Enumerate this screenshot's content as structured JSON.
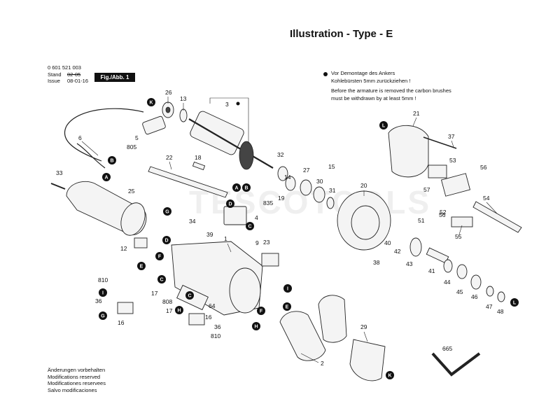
{
  "header": {
    "title": "Illustration - Type - E",
    "part_number": "0 601 521 003",
    "stand_label": "Stand",
    "stand_value": "02-05",
    "issue_label": "Issue",
    "issue_value": "08-01-16",
    "fig_label": "Fig./Abb. 1"
  },
  "note": {
    "line1": "Vor Demontage des Ankers",
    "line2": "Kohlebürsten 5mm zurückziehen !",
    "line3": "Before the armature is removed the carbon brushes",
    "line4": "must be withdrawn by at least 5mm !"
  },
  "footer": {
    "line1": "Änderungen vorbehalten",
    "line2": "Modifications reserved",
    "line3": "Modificationes reservees",
    "line4": "Salvo modificaciones"
  },
  "watermark": "TESCOTOOLS",
  "parts": {
    "p1": "1",
    "p2": "2",
    "p3": "3",
    "p4": "4",
    "p5": "5",
    "p6": "6",
    "p9": "9",
    "p12": "12",
    "p13": "13",
    "p14": "14",
    "p15": "15",
    "p16a": "16",
    "p16b": "16",
    "p17a": "17",
    "p17b": "17",
    "p18": "18",
    "p19": "19",
    "p20": "20",
    "p21": "21",
    "p22": "22",
    "p23": "23",
    "p25": "25",
    "p26": "26",
    "p27": "27",
    "p29": "29",
    "p30": "30",
    "p31": "31",
    "p32": "32",
    "p33": "33",
    "p34": "34",
    "p36a": "36",
    "p36b": "36",
    "p37": "37",
    "p38": "38",
    "p39": "39",
    "p40": "40",
    "p41": "41",
    "p42": "42",
    "p43": "43",
    "p44": "44",
    "p45": "45",
    "p46": "46",
    "p47": "47",
    "p48": "48",
    "p51": "51",
    "p52": "52",
    "p53": "53",
    "p54": "54",
    "p55": "55",
    "p56a": "56",
    "p56b": "56",
    "p57": "57",
    "p64": "64",
    "p665": "665",
    "p805": "805",
    "p808": "808",
    "p810a": "810",
    "p810b": "810",
    "p835": "835"
  },
  "markers": {
    "a1": "A",
    "a2": "A",
    "b1": "B",
    "b2": "B",
    "c1": "C",
    "c2": "C",
    "c3": "C",
    "d1": "D",
    "d2": "D",
    "e1": "E",
    "e2": "E",
    "f1": "F",
    "f2": "F",
    "g1": "G",
    "g2": "G",
    "h1": "H",
    "h2": "H",
    "i1": "I",
    "i2": "I",
    "k1": "K",
    "k2": "K",
    "l1": "L",
    "l2": "L"
  }
}
